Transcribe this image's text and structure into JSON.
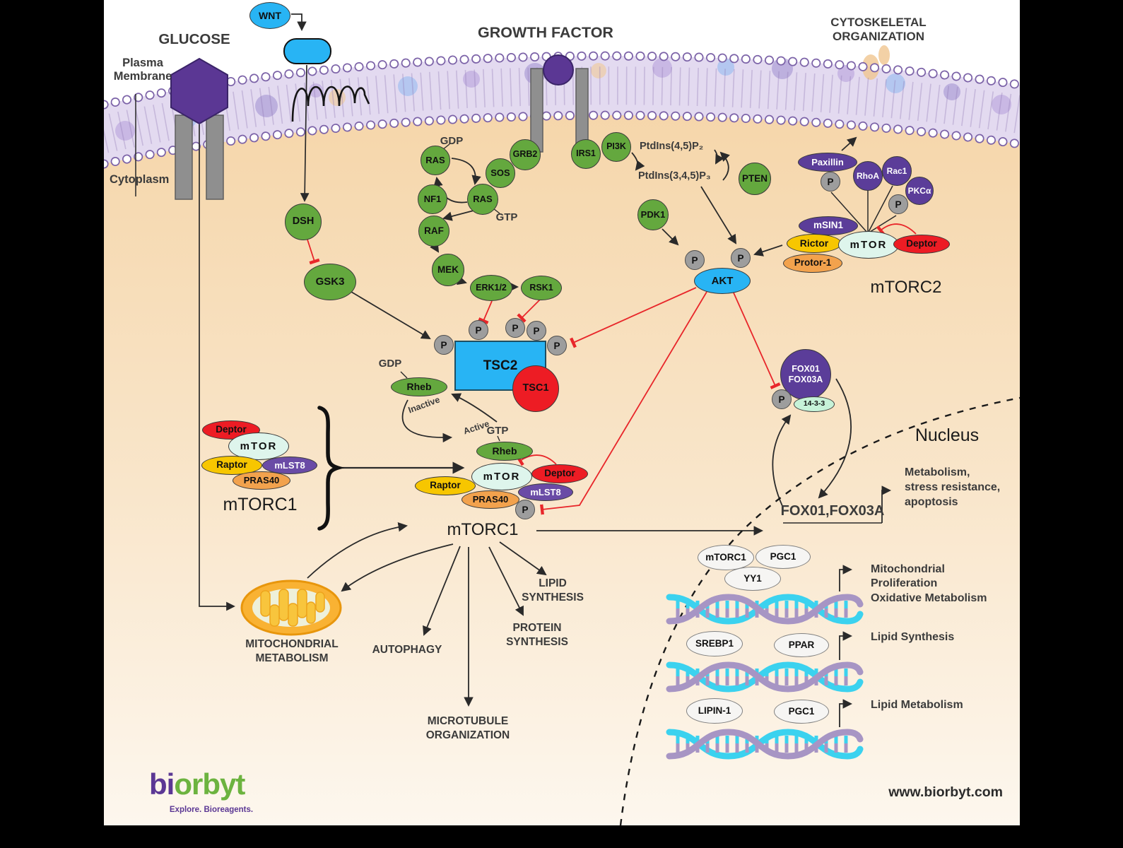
{
  "labels": {
    "glucose": "GLUCOSE",
    "plasma_membrane": "Plasma\nMembrane",
    "cytoplasm": "Cytoplasm",
    "growth_factor": "GROWTH FACTOR",
    "cytoskeletal_organization": "CYTOSKELETAL\nORGANIZATION",
    "mtorc1": "mTORC1",
    "mtorc2": "mTORC2",
    "nucleus": "Nucleus",
    "gdp": "GDP",
    "gtp": "GTP",
    "inactive": "Inactive",
    "active": "Active",
    "ptdins45": "PtdIns(4,5)P₂",
    "ptdins345": "PtdIns(3,4,5)P₃",
    "p": "P",
    "fox_nuclear": "FOX01,FOX03A",
    "fox_outcomes": "Metabolism,\nstress resistance,\napoptosis",
    "mitochondrial_metabolism": "MITOCHONDRIAL\nMETABOLISM",
    "autophagy": "AUTOPHAGY",
    "lipid_synthesis": "LIPID\nSYNTHESIS",
    "protein_synthesis": "PROTEIN\nSYNTHESIS",
    "microtubule_organization": "MICROTUBULE\nORGANIZATION",
    "gene_mito": "Mitochondrial\nProliferation\nOxidative Metabolism",
    "gene_lipid_synthesis": "Lipid Synthesis",
    "gene_lipid_metabolism": "Lipid Metabolism"
  },
  "nodes": {
    "wnt": "WNT",
    "dsh": "DSH",
    "gsk3": "GSK3",
    "ras": "RAS",
    "sos": "SOS",
    "grb2": "GRB2",
    "nf1": "NF1",
    "raf": "RAF",
    "mek": "MEK",
    "erk12": "ERK1/2",
    "rsk1": "RSK1",
    "irs1": "IRS1",
    "pi3k": "PI3K",
    "pdk1": "PDK1",
    "pten": "PTEN",
    "akt": "AKT",
    "tsc2": "TSC2",
    "tsc1": "TSC1",
    "rheb": "Rheb",
    "mtor": "mTOR",
    "deptor": "Deptor",
    "raptor": "Raptor",
    "mlst8": "mLST8",
    "pras40": "PRAS40",
    "rictor": "Rictor",
    "msin1": "mSIN1",
    "protor1": "Protor-1",
    "paxillin": "Paxillin",
    "rhoa": "RhoA",
    "rac1": "Rac1",
    "pkca": "PKCα",
    "fox": "FOX01\nFOX03A",
    "p1433": "14-3-3",
    "pgc1": "PGC1",
    "yy1": "YY1",
    "srebp1": "SREBP1",
    "ppar": "PPAR",
    "lipin1": "LIPIN-1"
  },
  "footer": {
    "website": "www.biorbyt.com",
    "logo_bi": "bi",
    "logo_orbyt": "orbyt",
    "logo_tagline": "Explore. Bioreagents."
  },
  "colors": {
    "protein_green": "#64a83e",
    "protein_blue": "#28b4f4",
    "protein_red": "#ed1c24",
    "protein_purple": "#5b3d99",
    "protein_yellow": "#f7c600",
    "protein_orange": "#f2a24d",
    "mtor_mint": "#def5ec",
    "phospho_gray": "#9d9d9d",
    "dna_cyan": "#3bd2ef",
    "dna_purple": "#a795c4",
    "cytoplasm_peach": "#f5d5a8",
    "inhibition_red": "#e8262a",
    "logo_purple": "#5b3794",
    "logo_green": "#6cb33f"
  }
}
